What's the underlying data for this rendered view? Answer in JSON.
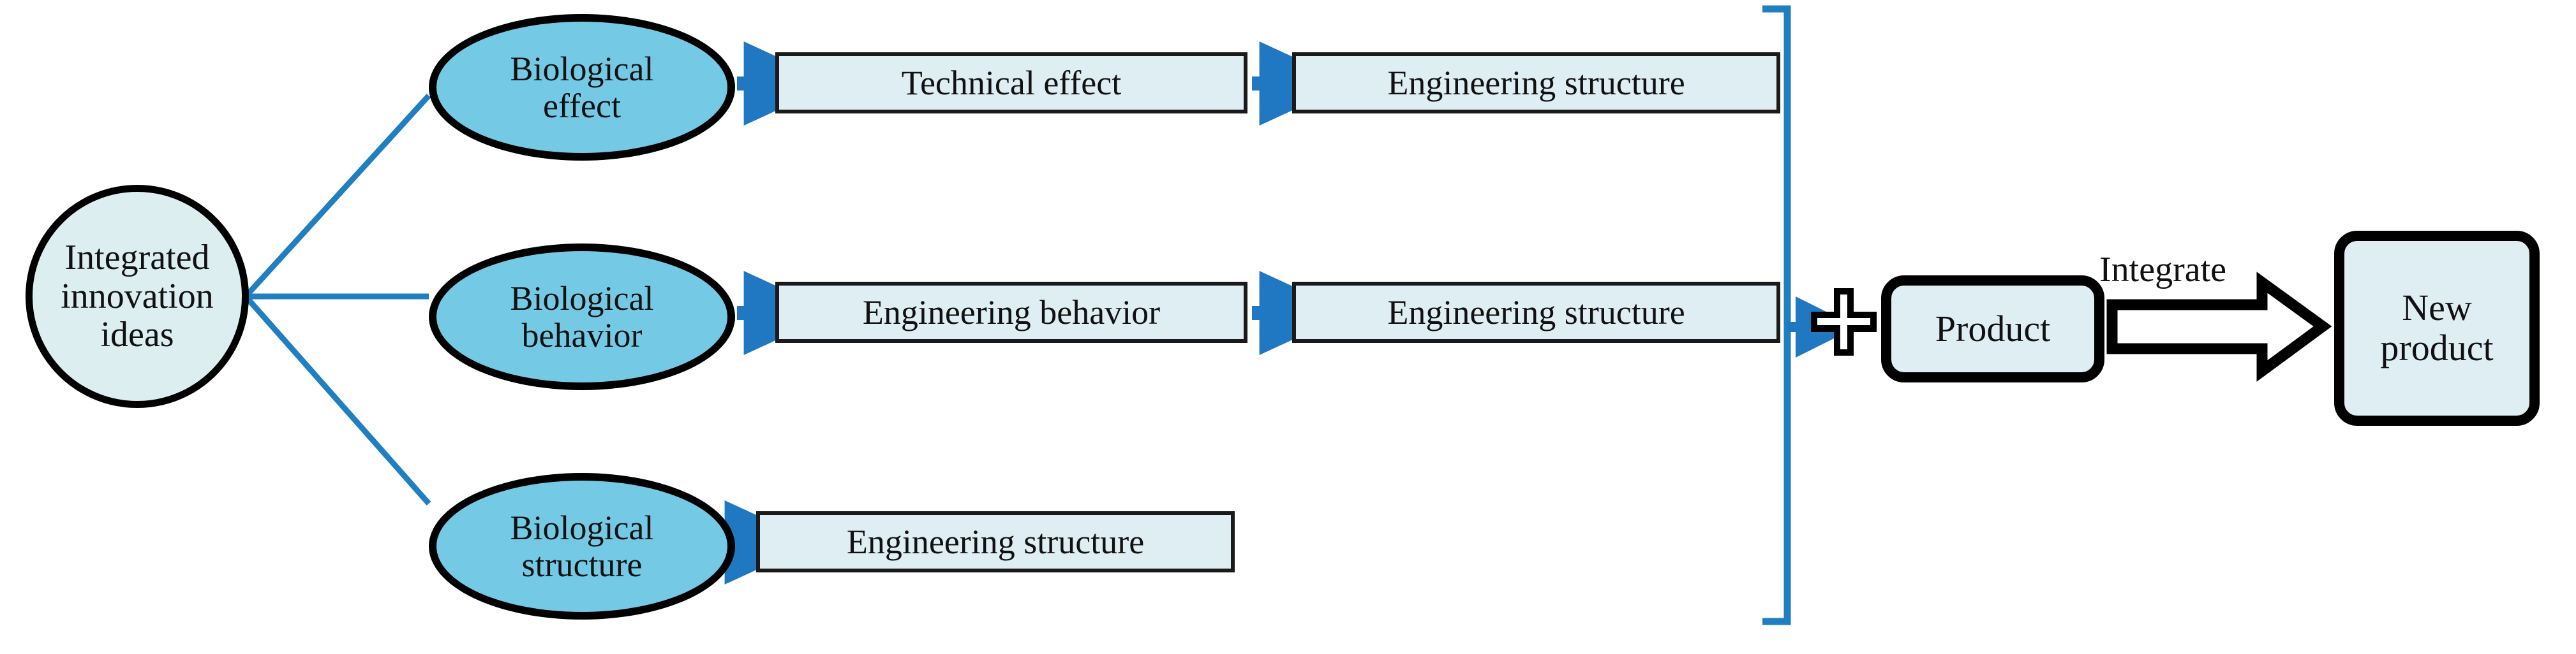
{
  "diagram": {
    "title": "Integrated innovation ideas to new product flow",
    "colors": {
      "ellipse_fill": "#74c9e5",
      "box_fill": "#dfeef2",
      "circle_fill": "#ddeef1",
      "connector_blue": "#1f7fc0",
      "arrow_blue": "#1f78c1",
      "outline_black": "#000000"
    },
    "source": {
      "label": "Integrated\ninnovation\nideas",
      "shape": "circle"
    },
    "branches": [
      {
        "id": "branch-effect",
        "ellipse": {
          "label": "Biological\neffect",
          "shape": "ellipse"
        },
        "steps": [
          {
            "label": "Technical effect",
            "shape": "rectangle"
          },
          {
            "label": "Engineering structure",
            "shape": "rectangle"
          }
        ]
      },
      {
        "id": "branch-behavior",
        "ellipse": {
          "label": "Biological\nbehavior",
          "shape": "ellipse"
        },
        "steps": [
          {
            "label": "Engineering behavior",
            "shape": "rectangle"
          },
          {
            "label": "Engineering structure",
            "shape": "rectangle"
          }
        ]
      },
      {
        "id": "branch-structure",
        "ellipse": {
          "label": "Biological\nstructure",
          "shape": "ellipse"
        },
        "steps": [
          {
            "label": "Engineering structure",
            "shape": "rectangle"
          }
        ]
      }
    ],
    "combine": {
      "bracket_icon": "right-bracket-icon",
      "plus_icon": "plus-icon",
      "product": {
        "label": "Product",
        "shape": "rounded-rectangle"
      },
      "integrate_arrow_label": "Integrate",
      "result": {
        "label": "New\nproduct",
        "shape": "rounded-rectangle"
      }
    }
  }
}
